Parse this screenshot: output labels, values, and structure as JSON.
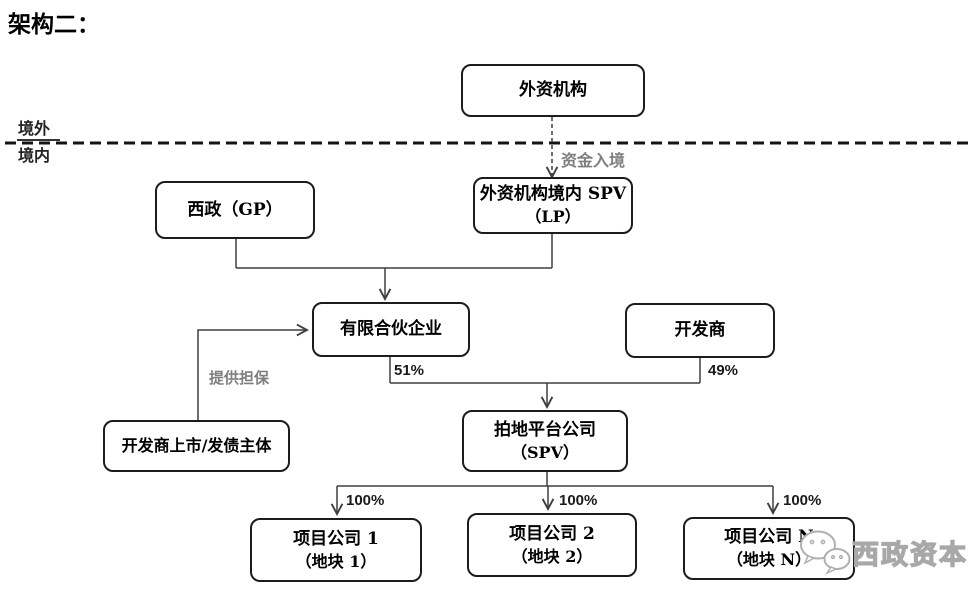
{
  "title": "架构二：",
  "regions": {
    "offshore": "境外",
    "onshore": "境内"
  },
  "nodes": {
    "foreign": {
      "line1": "外资机构"
    },
    "gp": {
      "line1": "西政（GP）"
    },
    "lp": {
      "line1": "外资机构境内 SPV",
      "line2": "（LP）"
    },
    "partnership": {
      "line1": "有限合伙企业"
    },
    "developer": {
      "line1": "开发商"
    },
    "guarantor": {
      "line1": "开发商上市/发债主体"
    },
    "land_spv": {
      "line1": "拍地平台公司",
      "line2": "（SPV）"
    },
    "project1": {
      "line1": "项目公司 1",
      "line2": "（地块 1）"
    },
    "project2": {
      "line1": "项目公司 2",
      "line2": "（地块 2）"
    },
    "projectN": {
      "line1": "项目公司 N",
      "line2": "（地块 N）"
    }
  },
  "edge_labels": {
    "capital_inbound": "资金入境",
    "guarantee": "提供担保",
    "partnership_share": "51%",
    "developer_share": "49%",
    "project1_share": "100%",
    "project2_share": "100%",
    "projectN_share": "100%"
  },
  "watermark": {
    "text": "西政资本",
    "icon": "wechat-icon"
  },
  "colors": {
    "box_border": "#1c1c1c",
    "connector": "#3f3f3f",
    "gray_label": "#7f7f7f",
    "watermark": "#a8a8a8",
    "background": "#ffffff"
  }
}
